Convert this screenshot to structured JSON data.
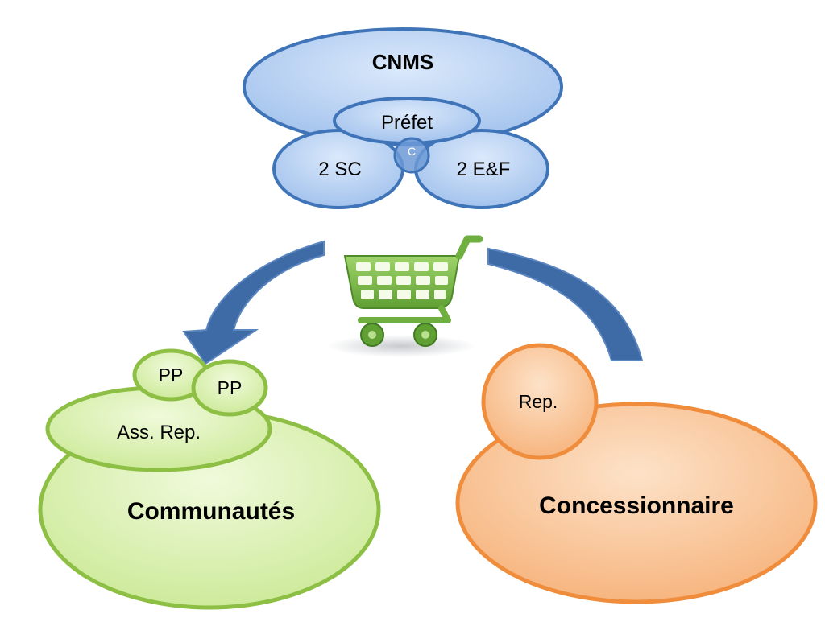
{
  "diagram": {
    "cnms": {
      "title": "CNMS",
      "prefet": "Préfet",
      "left": "2 SC",
      "right": "2 E&F",
      "center": "C"
    },
    "communautes": {
      "label": "Communautés",
      "association": "Ass. Rep.",
      "pp1": "PP",
      "pp2": "PP"
    },
    "concessionnaire": {
      "label": "Concessionnaire",
      "rep": "Rep."
    },
    "icons": {
      "cart": "shopping-cart-icon"
    },
    "colors": {
      "blue_fill": "#a9c8f0",
      "blue_stroke": "#3f75b8",
      "green_fill": "#d4ef9f",
      "green_stroke": "#8ebf45",
      "orange_fill": "#f8bb86",
      "orange_stroke": "#ef8d3c",
      "arrow": "#3e6aa6",
      "cart": "#7ab84a"
    }
  }
}
